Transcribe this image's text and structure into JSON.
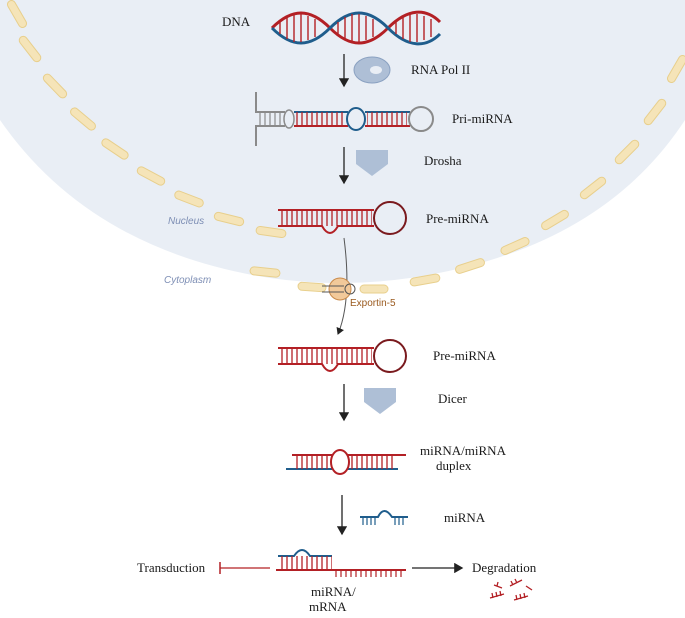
{
  "labels": {
    "dna": "DNA",
    "rna_pol": "RNA Pol II",
    "pri_mirna": "Pri-miRNA",
    "drosha": "Drosha",
    "pre_mirna_nucleus": "Pre-miRNA",
    "nucleus": "Nucleus",
    "cytoplasm": "Cytoplasm",
    "exportin": "Exportin-5",
    "pre_mirna_cyto": "Pre-miRNA",
    "dicer": "Dicer",
    "duplex_line1": "miRNA/miRNA",
    "duplex_line2": "duplex",
    "mirna": "miRNA",
    "transduction": "Transduction",
    "degradation": "Degradation",
    "mirna_mrna_line1": "miRNA/",
    "mirna_mrna_line2": "mRNA"
  },
  "colors": {
    "nucleus_fill": "#e9eef5",
    "envelope": "#f5e4b8",
    "envelope_stroke": "#e8cf8c",
    "rna_red": "#b32025",
    "rna_blue": "#1f5d8c",
    "rna_gray": "#8a8a8a",
    "enzyme": "#aebfd6",
    "exportin": "#f2c99a"
  }
}
